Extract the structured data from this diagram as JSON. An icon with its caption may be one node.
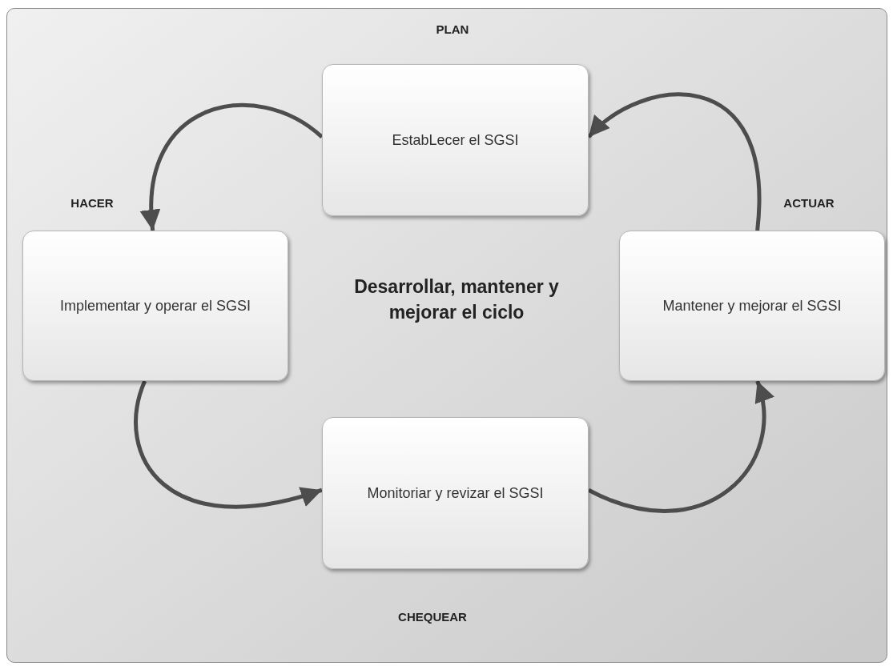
{
  "diagram": {
    "nodes": [
      {
        "text": [
          "EstabLecer el SGSI"
        ]
      },
      {
        "text": [
          "Implementar y operar el SGSI"
        ]
      },
      {
        "text": [
          "Mantener y mejorar el SGSI"
        ]
      },
      {
        "text": [
          "Monitoriar y revizar el SGSI"
        ]
      }
    ],
    "edges": [
      {
        "from": 0,
        "to": 1,
        "arrow": "to"
      },
      {
        "from": 1,
        "to": 3,
        "arrow": "to"
      },
      {
        "from": 3,
        "to": 2,
        "arrow": "to"
      },
      {
        "from": 2,
        "to": 0,
        "arrow": "to"
      }
    ],
    "labels": [
      "PLAN",
      "HACER",
      "ACTUAR",
      "Desarrollar, mantener y mejorar el ciclo",
      "CHEQUEAR"
    ]
  }
}
